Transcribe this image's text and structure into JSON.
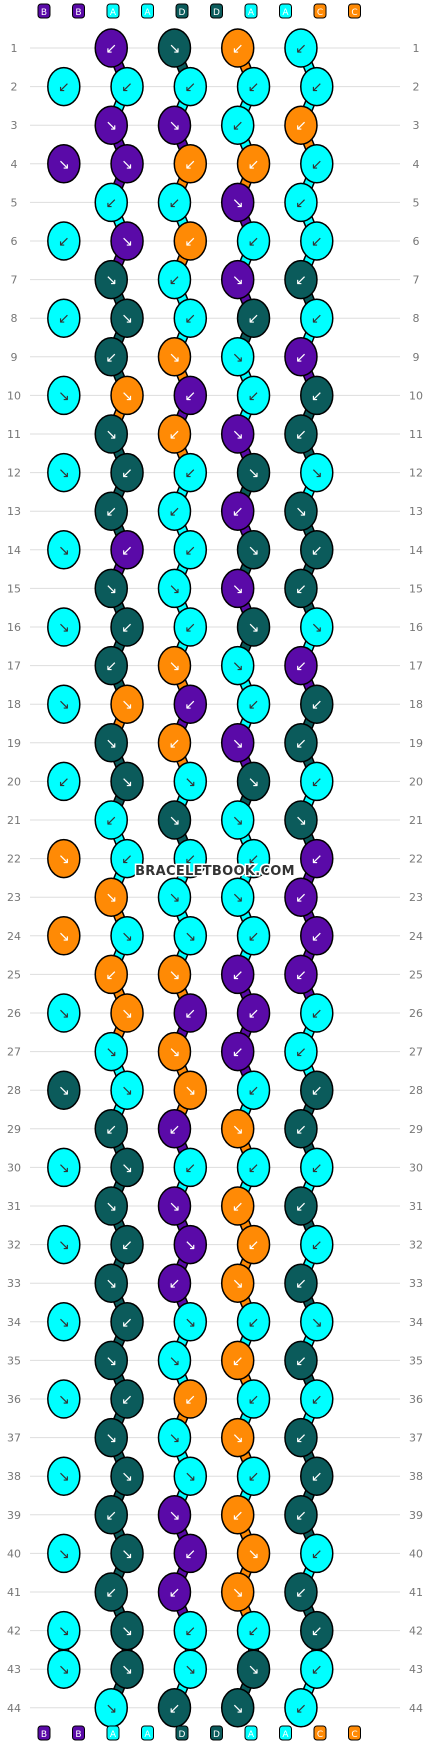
{
  "site_watermark": "BRACELETBOOK.COM",
  "colors": {
    "B": "#5a0aa8",
    "A": "#00ffff",
    "D": "#0b5b5b",
    "C": "#ff8a05",
    "outline": "#000000",
    "background": "#ffffff",
    "grid_line": "#dddddd",
    "row_number": "#777777",
    "arrow": "#333333"
  },
  "pattern": {
    "type": "normal-friendship-bracelet",
    "strings_count": 8,
    "rows_count": 44,
    "top_labels": [
      "B",
      "B",
      "A",
      "A",
      "D",
      "D",
      "A",
      "A",
      "C",
      "C"
    ],
    "bottom_labels": [
      "B",
      "B",
      "A",
      "A",
      "D",
      "D",
      "A",
      "A",
      "C",
      "C"
    ],
    "row_numbers": [
      "1",
      "2",
      "3",
      "4",
      "5",
      "6",
      "7",
      "8",
      "9",
      "10",
      "11",
      "12",
      "13",
      "14",
      "15",
      "16",
      "17",
      "18",
      "19",
      "20",
      "21",
      "22",
      "23",
      "24",
      "25",
      "26",
      "27",
      "28",
      "29",
      "30",
      "31",
      "32",
      "33",
      "34",
      "35",
      "36",
      "37",
      "38",
      "39",
      "40",
      "41",
      "42",
      "43",
      "44"
    ],
    "knot_arrow_glyph": "↙ / ↘ / ↘↙ / ↙↘ (forward, backward, forward-backward, backward-forward)",
    "rows": [
      [
        "B:bw",
        "D:fw",
        "C:bw",
        "A:bw"
      ],
      [
        "A:bw",
        "A:bw",
        "A:bw",
        "A:bw",
        "A:bw"
      ],
      [
        "B:fw",
        "B:fw",
        "A:bw",
        "C:bw"
      ],
      [
        "B:fw",
        "B:fw",
        "C:bw",
        "C:bw",
        "A:bw"
      ],
      [
        "A:bw",
        "A:bw",
        "B:fw",
        "A:bw"
      ],
      [
        "A:bw",
        "B:fw",
        "C:bw",
        "A:bw",
        "A:bw"
      ],
      [
        "D:fw",
        "A:bw",
        "B:fw",
        "D:bw"
      ],
      [
        "A:bw",
        "D:fwbw",
        "A:bw",
        "D:bwfw",
        "A:bw"
      ],
      [
        "D:bw",
        "C:fw",
        "A:fw",
        "B:bw"
      ],
      [
        "A:fw",
        "C:fwbw",
        "B:bwfw",
        "A:bw",
        "D:bw"
      ],
      [
        "D:fw",
        "C:bw",
        "B:fw",
        "D:bw"
      ],
      [
        "A:fw",
        "D:bwfw",
        "A:bw",
        "D:fwbw",
        "A:fw"
      ],
      [
        "D:bw",
        "A:bw",
        "B:bw",
        "D:fw"
      ],
      [
        "A:fw",
        "B:bw",
        "A:bw",
        "D:fwbw",
        "D:bw"
      ],
      [
        "D:fw",
        "A:fw",
        "B:fw",
        "D:bw"
      ],
      [
        "A:fw",
        "D:bwfw",
        "A:bw",
        "D:fwbw",
        "A:fw"
      ],
      [
        "D:bw",
        "C:fw",
        "A:fw",
        "B:bw"
      ],
      [
        "A:fw",
        "C:fwbw",
        "B:bwfw",
        "A:bw",
        "D:bw"
      ],
      [
        "D:fw",
        "C:bw",
        "B:fw",
        "D:bw"
      ],
      [
        "A:bw",
        "D:fw",
        "A:fw",
        "D:fw",
        "A:bw"
      ],
      [
        "A:bw",
        "D:fw",
        "A:fw",
        "D:fw"
      ],
      [
        "C:fw",
        "A:bw",
        "A:bw",
        "A:bw",
        "B:bw"
      ],
      [
        "C:fw",
        "A:fw",
        "A:fw",
        "B:bw"
      ],
      [
        "C:fw",
        "A:fw",
        "A:fw",
        "A:bw",
        "B:bw"
      ],
      [
        "C:bw",
        "C:fw",
        "B:bw",
        "B:bw"
      ],
      [
        "A:fw",
        "C:fw",
        "B:bw",
        "B:bw",
        "A:bw"
      ],
      [
        "A:fw",
        "C:fw",
        "B:bw",
        "A:bw"
      ],
      [
        "D:fw",
        "A:fw",
        "C:fw",
        "A:bw",
        "D:bw"
      ],
      [
        "D:bw",
        "B:bw",
        "C:fw",
        "D:bw"
      ],
      [
        "A:fw",
        "D:fw",
        "A:bw",
        "A:bw",
        "A:bw"
      ],
      [
        "D:fw",
        "B:fw",
        "C:bw",
        "D:bw"
      ],
      [
        "A:fw",
        "D:bw",
        "B:fw",
        "C:bw",
        "A:bw"
      ],
      [
        "D:fw",
        "B:bw",
        "C:fw",
        "D:bw"
      ],
      [
        "A:fw",
        "D:bw",
        "A:fw",
        "A:bw",
        "A:fw"
      ],
      [
        "D:fw",
        "A:fw",
        "C:bw",
        "D:bw"
      ],
      [
        "A:fw",
        "D:bw",
        "C:bw",
        "A:bw",
        "A:bw"
      ],
      [
        "D:fw",
        "A:fw",
        "C:fw",
        "D:bw"
      ],
      [
        "A:fw",
        "D:fw",
        "A:fw",
        "A:bw",
        "D:bw"
      ],
      [
        "D:bw",
        "B:fw",
        "C:bw",
        "D:bw"
      ],
      [
        "A:fw",
        "D:fw",
        "B:bw",
        "C:fw",
        "A:bw"
      ],
      [
        "D:bw",
        "B:bw",
        "C:fw",
        "D:bw"
      ],
      [
        "A:fw",
        "D:fw",
        "A:bw",
        "A:bw",
        "D:bw"
      ],
      [
        "A:fw",
        "D:fw",
        "A:fw",
        "D:fw",
        "A:bw"
      ],
      [
        "A:fw",
        "D:bw",
        "D:fw",
        "A:bw"
      ]
    ]
  }
}
